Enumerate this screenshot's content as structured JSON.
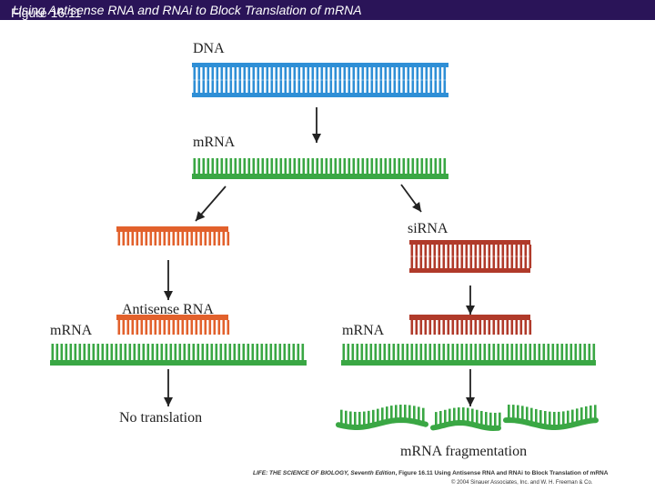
{
  "header": {
    "figure_number": "Figure 16.11",
    "title": "Using Antisense RNA and RNAi to Block Translation of mRNA"
  },
  "labels": {
    "dna": "DNA",
    "mrna_top": "mRNA",
    "sirna": "siRNA",
    "antisense_rna": "Antisense RNA",
    "mrna_left": "mRNA",
    "mrna_right": "mRNA",
    "no_translation": "No translation",
    "mrna_fragmentation": "mRNA fragmentation"
  },
  "credit": {
    "book": "LIFE: THE SCIENCE OF BIOLOGY, Seventh Edition",
    "caption": ", Figure 16.11 Using Antisense RNA and RNAi to Block Translation of mRNA",
    "copyright": "© 2004 Sinauer Associates, Inc. and W. H. Freeman & Co."
  },
  "colors": {
    "dna": "#2f8fd6",
    "mrna": "#3aa744",
    "antisense": "#e2612c",
    "sirna": "#b03a2a",
    "arrow": "#222222",
    "title_bg": "#2a1458"
  }
}
